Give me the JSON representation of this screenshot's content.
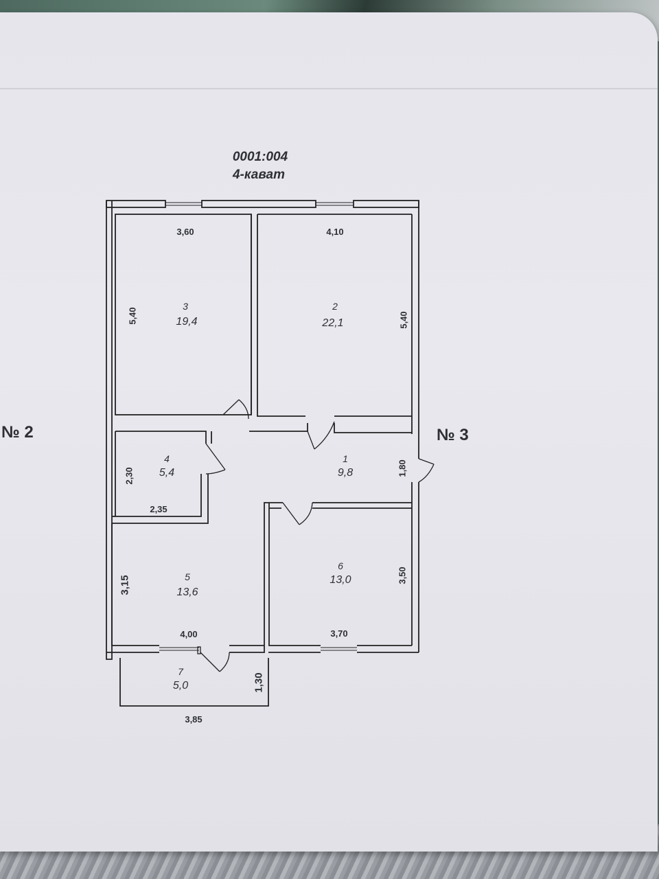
{
  "header": {
    "cadastre": "0001:004",
    "floor": "4-кават"
  },
  "neighbors": {
    "left": "№ 2",
    "right": "№ 3"
  },
  "rooms": [
    {
      "number": "3",
      "area": "19,4"
    },
    {
      "number": "2",
      "area": "22,1"
    },
    {
      "number": "4",
      "area": "5,4"
    },
    {
      "number": "1",
      "area": "9,8"
    },
    {
      "number": "5",
      "area": "13,6"
    },
    {
      "number": "6",
      "area": "13,0"
    },
    {
      "number": "7",
      "area": "5,0"
    }
  ],
  "dimensions": {
    "room3_width": "3,60",
    "room3_height": "5,40",
    "room2_width": "4,10",
    "room2_height": "5,40",
    "room4_height": "2,30",
    "room4_width": "2,35",
    "hall_height": "1,80",
    "room5_height": "3,15",
    "room5_width": "4,00",
    "room6_height": "3,50",
    "room6_width": "3,70",
    "balcony_height": "1,30",
    "balcony_width": "3,85"
  }
}
